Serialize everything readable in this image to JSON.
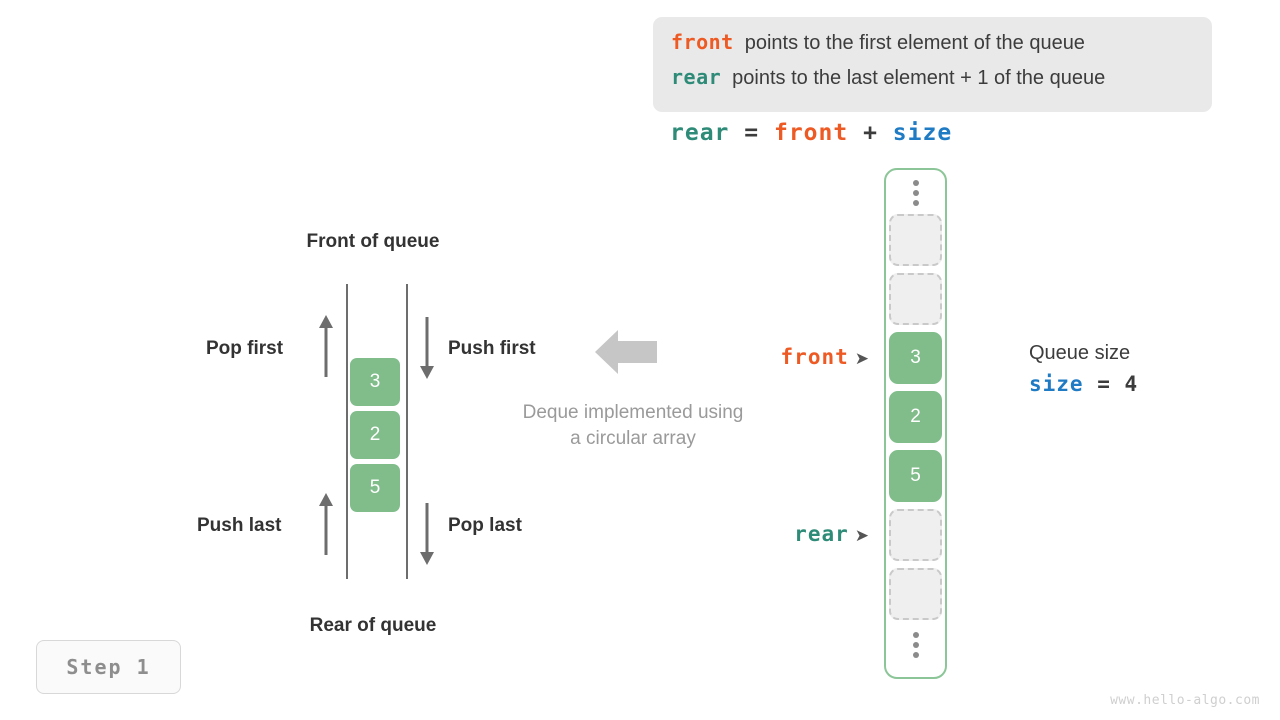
{
  "legend": {
    "lines": [
      {
        "keyword": "front",
        "keyword_color": "#ee5a24",
        "text": "points to the first element of the queue"
      },
      {
        "keyword": "rear",
        "keyword_color": "#2e8b77",
        "text": "points to the last element + 1 of the queue"
      }
    ]
  },
  "formula": {
    "lhs": "rear",
    "eq": "=",
    "rhs1": "front",
    "plus": "+",
    "rhs2": "size"
  },
  "deque": {
    "title_top": "Front of queue",
    "title_bottom": "Rear of queue",
    "ops": {
      "pop_first": "Pop first",
      "push_first": "Push first",
      "push_last": "Push last",
      "pop_last": "Pop last"
    },
    "cells": [
      "3",
      "2",
      "5"
    ]
  },
  "caption": {
    "line1": "Deque implemented using",
    "line2": "a circular array"
  },
  "array": {
    "slots": [
      {
        "type": "dots",
        "value": ""
      },
      {
        "type": "empty",
        "value": ""
      },
      {
        "type": "empty",
        "value": ""
      },
      {
        "type": "filled",
        "value": "3"
      },
      {
        "type": "filled",
        "value": "2"
      },
      {
        "type": "filled",
        "value": "5"
      },
      {
        "type": "empty",
        "value": ""
      },
      {
        "type": "empty",
        "value": ""
      },
      {
        "type": "dots",
        "value": ""
      }
    ],
    "pointers": {
      "front": {
        "label": "front",
        "color": "#ee5a24",
        "arrow": "➤"
      },
      "rear": {
        "label": "rear",
        "color": "#2e8b77",
        "arrow": "➤"
      }
    }
  },
  "size_info": {
    "caption": "Queue size",
    "name": "size",
    "eq": "=",
    "value": "4"
  },
  "step": {
    "label": "Step 1"
  },
  "footer": {
    "url": "www.hello-algo.com"
  },
  "colors": {
    "green_fill": "#80bd8b",
    "green_border": "#8cc698",
    "orange": "#ee5a24",
    "teal": "#2e8b77",
    "blue": "#1f7bc4",
    "gray_arrow": "#c6c6c6",
    "legend_bg": "#e9e9e9"
  }
}
